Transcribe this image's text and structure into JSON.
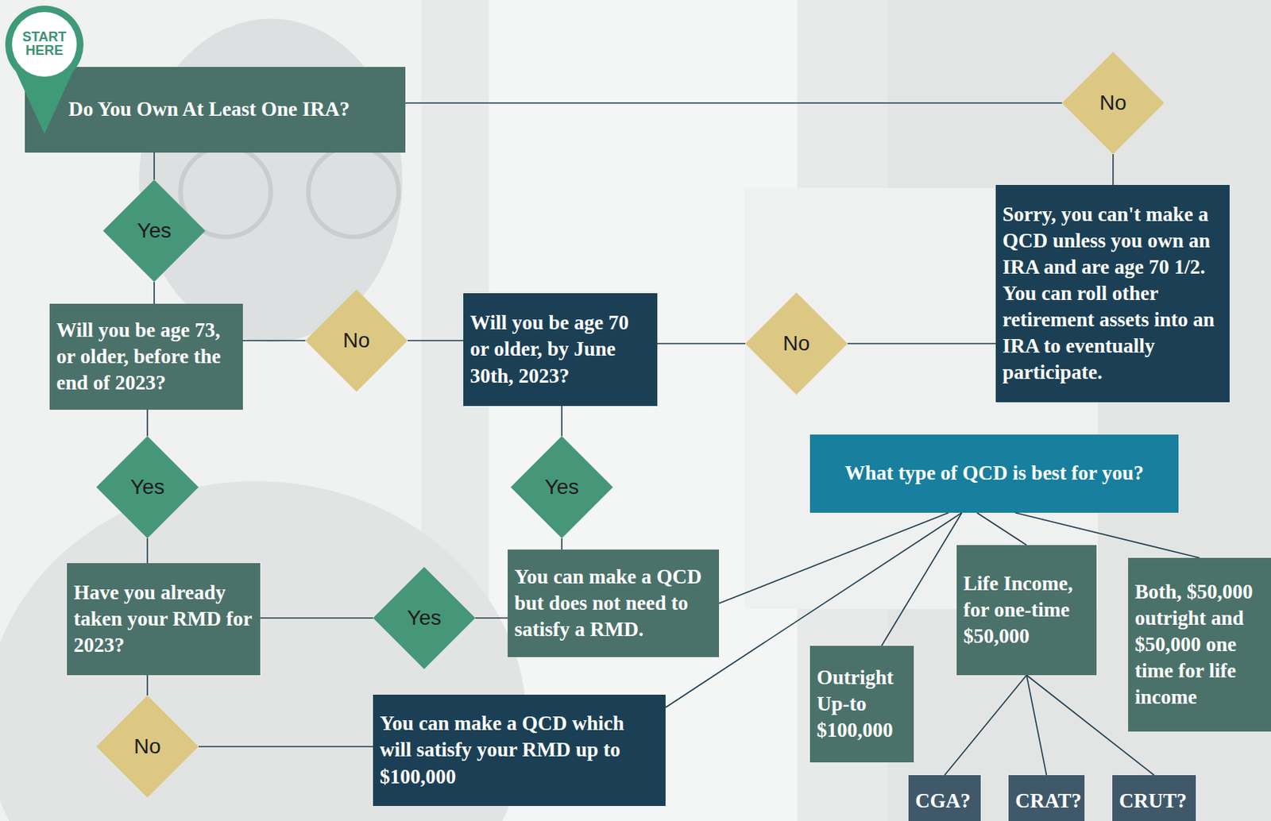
{
  "diagram": {
    "nodes": [
      {
        "text": [
          "START HERE"
        ]
      },
      {
        "text": [
          "Do You Own At Least One IRA?"
        ]
      },
      {
        "text": [
          "No"
        ]
      },
      {
        "text": [
          "Yes"
        ]
      },
      {
        "text": [
          "Sorry, you can't make a QCD unless you own an IRA and are age 70 1/2. You can roll other retirement assets into an IRA to eventually participate."
        ]
      },
      {
        "text": [
          "Will you be age 73, or older, before the end of 2023?"
        ]
      },
      {
        "text": [
          "No"
        ]
      },
      {
        "text": [
          "Will you be age 70 or older, by June 30th, 2023?"
        ]
      },
      {
        "text": [
          "No"
        ]
      },
      {
        "text": [
          "Yes"
        ]
      },
      {
        "text": [
          "Yes"
        ]
      },
      {
        "text": [
          "What type of QCD is best for you?"
        ]
      },
      {
        "text": [
          "Have you already taken your RMD for 2023?"
        ]
      },
      {
        "text": [
          "Yes"
        ]
      },
      {
        "text": [
          "You can make a QCD but does not need to satisfy a RMD."
        ]
      },
      {
        "text": [
          "Life Income, for one-time $50,000"
        ]
      },
      {
        "text": [
          "Both, $50,000 outright and $50,000 one time for life income"
        ]
      },
      {
        "text": [
          "Outright Up-to $100,000"
        ]
      },
      {
        "text": [
          "No"
        ]
      },
      {
        "text": [
          "You can make a QCD which will satisfy your RMD up to $100,000"
        ]
      },
      {
        "text": [
          "CGA?"
        ]
      },
      {
        "text": [
          "CRAT?"
        ]
      },
      {
        "text": [
          "CRUT?"
        ]
      }
    ],
    "edges": [
      {
        "from": 1,
        "to": 2,
        "arrow": "none"
      },
      {
        "from": 2,
        "to": 4,
        "arrow": "none"
      },
      {
        "from": 1,
        "to": 3,
        "arrow": "none"
      },
      {
        "from": 3,
        "to": 5,
        "arrow": "none"
      },
      {
        "from": 5,
        "to": 6,
        "arrow": "none"
      },
      {
        "from": 6,
        "to": 7,
        "arrow": "none"
      },
      {
        "from": 7,
        "to": 8,
        "arrow": "none"
      },
      {
        "from": 8,
        "to": 4,
        "arrow": "none"
      },
      {
        "from": 5,
        "to": 9,
        "arrow": "none"
      },
      {
        "from": 9,
        "to": 12,
        "arrow": "none"
      },
      {
        "from": 7,
        "to": 10,
        "arrow": "none"
      },
      {
        "from": 10,
        "to": 14,
        "arrow": "none"
      },
      {
        "from": 12,
        "to": 13,
        "arrow": "none"
      },
      {
        "from": 13,
        "to": 14,
        "arrow": "none"
      },
      {
        "from": 12,
        "to": 18,
        "arrow": "none"
      },
      {
        "from": 18,
        "to": 19,
        "arrow": "none"
      },
      {
        "from": 14,
        "to": 11,
        "arrow": "none"
      },
      {
        "from": 19,
        "to": 11,
        "arrow": "none"
      },
      {
        "from": 11,
        "to": 17,
        "arrow": "none"
      },
      {
        "from": 11,
        "to": 15,
        "arrow": "none"
      },
      {
        "from": 11,
        "to": 16,
        "arrow": "none"
      },
      {
        "from": 15,
        "to": 20,
        "arrow": "none"
      },
      {
        "from": 15,
        "to": 21,
        "arrow": "none"
      },
      {
        "from": 15,
        "to": 22,
        "arrow": "none"
      }
    ]
  }
}
